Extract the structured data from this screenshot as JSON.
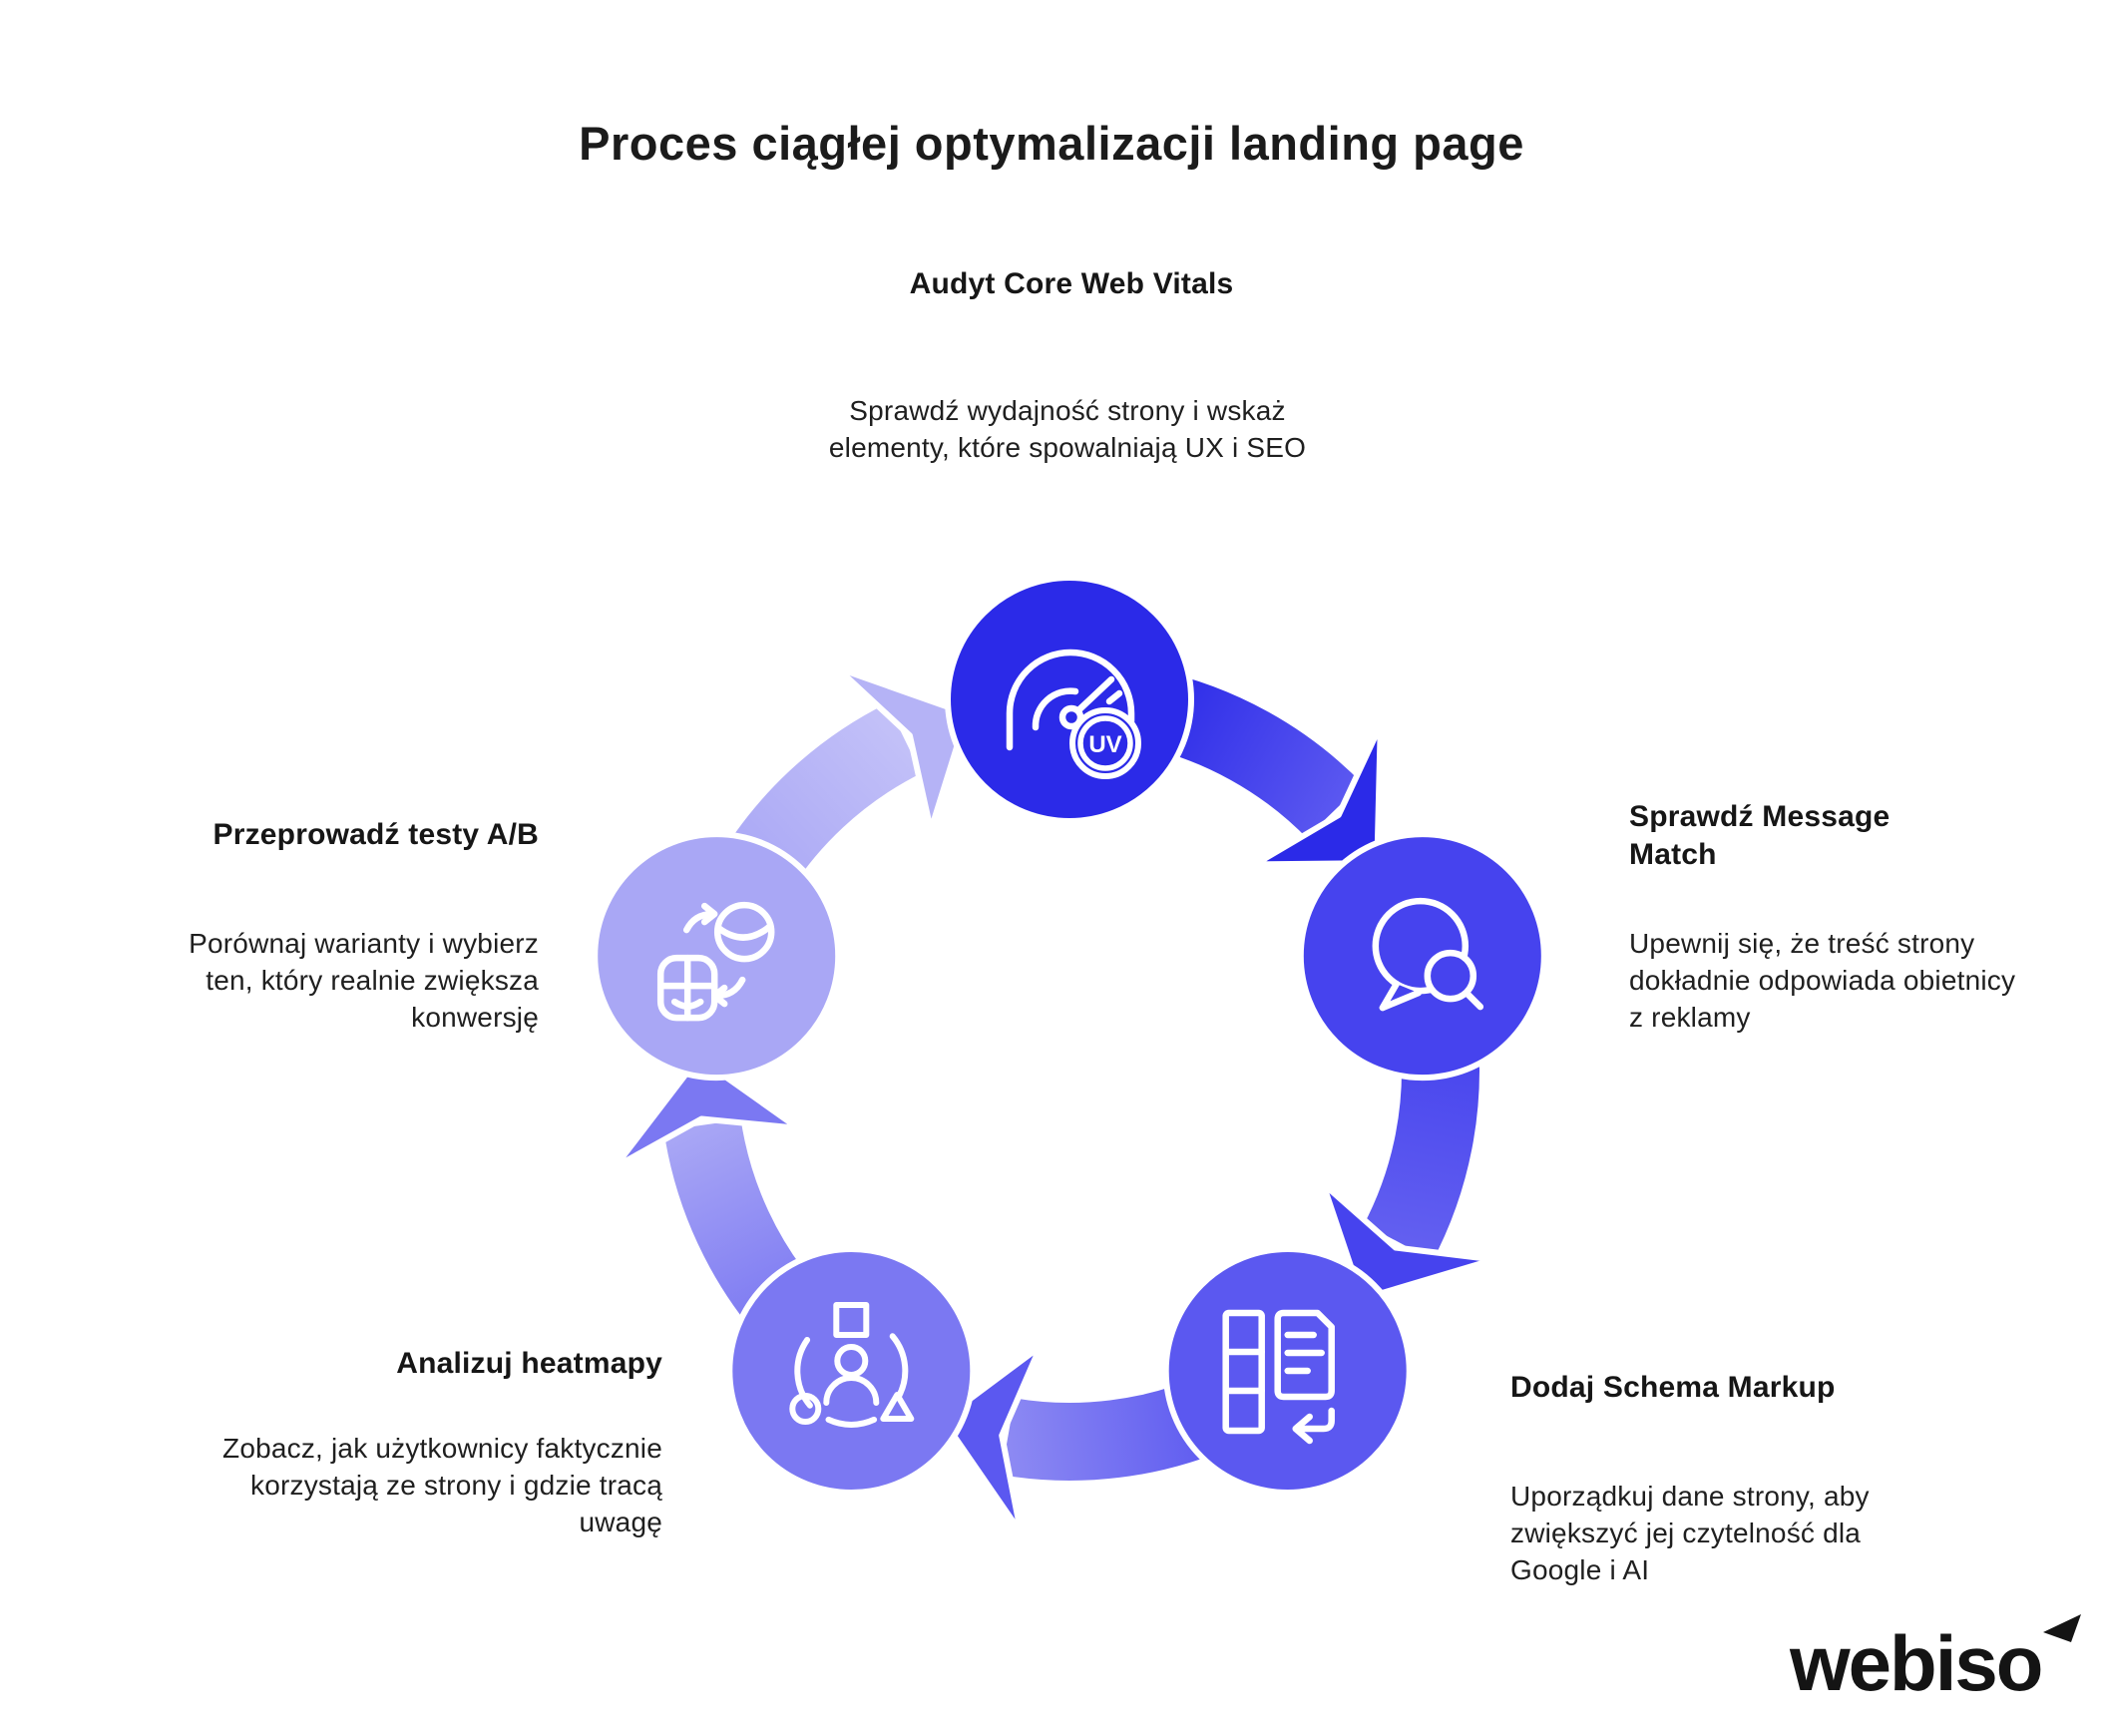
{
  "title": "Proces ciągłej optymalizacji landing page",
  "brand": {
    "logo_text": "webiso"
  },
  "colors": {
    "background": "#ffffff",
    "text": "#1c1c1c",
    "node_top": "#2b2ae8",
    "node_right": "#4643ee",
    "node_bottom_right": "#5b58f0",
    "node_bottom_left": "#7b78f2",
    "node_left": "#a9a7f5",
    "icon_stroke": "#ffffff"
  },
  "steps": [
    {
      "heading": "Audyt Core Web Vitals",
      "description": "Sprawdź wydajność strony i wskaż elementy, które spowalniają UX i SEO",
      "icon": "speedometer-uv-icon",
      "badge": "UV",
      "color": "#2b2ae8"
    },
    {
      "heading": "Sprawdź Message Match",
      "description": "Upewnij się, że treść strony dokładnie odpowiada obietnicy z reklamy",
      "icon": "chat-search-icon",
      "color": "#4643ee"
    },
    {
      "heading": "Dodaj Schema Markup",
      "description": "Uporządkuj dane strony, aby zwiększyć jej czytelność dla Google i AI",
      "icon": "schema-document-icon",
      "color": "#5b58f0"
    },
    {
      "heading": "Analizuj heatmapy",
      "description": "Zobacz, jak użytkownicy faktycznie korzystają ze strony i gdzie tracą uwagę",
      "icon": "heatmap-user-icon",
      "color": "#7b78f2"
    },
    {
      "heading": "Przeprowadź testy A/B",
      "description": "Porównaj warianty i wybierz ten, który realnie zwiększa konwersję",
      "icon": "ab-swap-icon",
      "color": "#a9a7f5"
    }
  ],
  "arrows": [
    {
      "name": "arrow-top-to-right",
      "head": "#2b2ae8",
      "tail_from": "#2b2ae8",
      "tail_to": "#5b58f0"
    },
    {
      "name": "arrow-right-to-bottom-right",
      "head": "#4643ee",
      "tail_from": "#4643ee",
      "tail_to": "#6360f0"
    },
    {
      "name": "arrow-bottom-right-to-bottom-left",
      "head": "#5b58f0",
      "tail_from": "#5b58f0",
      "tail_to": "#8d8af3"
    },
    {
      "name": "arrow-bottom-left-to-left",
      "head": "#7b78f2",
      "tail_from": "#7b78f2",
      "tail_to": "#a9a7f5"
    },
    {
      "name": "arrow-left-to-top",
      "head": "#b5b3f6",
      "tail_from": "#a9a7f5",
      "tail_to": "#c3c1f8"
    }
  ]
}
